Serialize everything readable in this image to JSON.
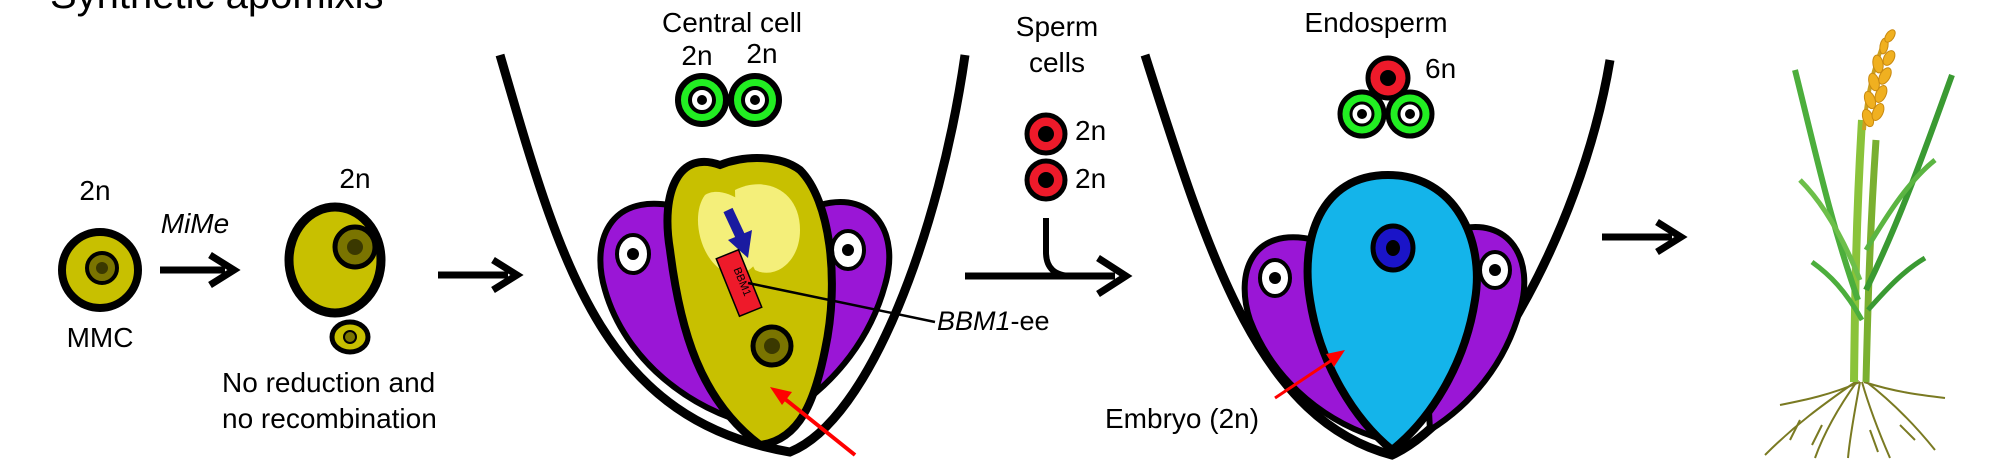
{
  "title": "Synthetic apomixis",
  "colors": {
    "cell_fill": "#c8c000",
    "nucleus_fill": "#7a7400",
    "green_cell": "#22ee22",
    "red_cell": "#ee1a2a",
    "purple": "#9a16d6",
    "blue_embryo": "#14b4ea",
    "blue_nucleus": "#1a14c8",
    "outline": "#000000",
    "arrow_red": "#ff0000"
  },
  "stages": {
    "mmc": {
      "ploidy": "2n",
      "label": "MMC"
    },
    "step1_label": "MiMe",
    "unreduced": {
      "ploidy": "2n",
      "caption_line1": "No reduction and",
      "caption_line2": "no recombination"
    },
    "embryo_sac": {
      "central_cell_label": "Central cell",
      "central_ploidy_1": "2n",
      "central_ploidy_2": "2n",
      "transgene_label": "BBM1",
      "transgene_suffix": "-ee"
    },
    "sperm": {
      "label_line1": "Sperm",
      "label_line2": "cells",
      "ploidy_1": "2n",
      "ploidy_2": "2n"
    },
    "seed": {
      "endosperm_label": "Endosperm",
      "endosperm_ploidy": "6n",
      "embryo_label": "Embryo (2n)"
    }
  }
}
